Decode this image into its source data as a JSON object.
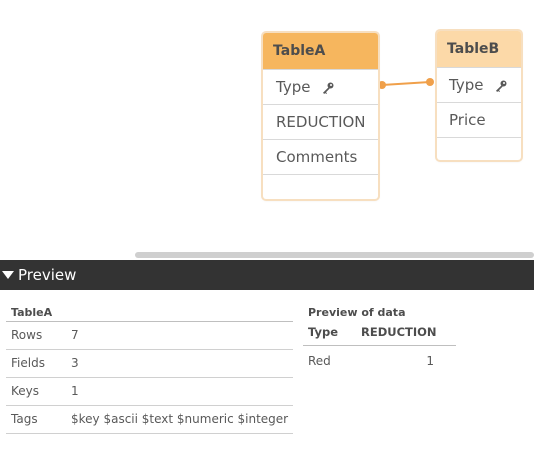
{
  "tables": [
    {
      "name": "TableA",
      "fields": [
        {
          "label": "Type",
          "icon": "key-icon"
        },
        {
          "label": "REDUCTION"
        },
        {
          "label": "Comments"
        },
        {
          "label": ""
        }
      ],
      "header_color": "#f6b65e"
    },
    {
      "name": "TableB",
      "fields": [
        {
          "label": "Type",
          "icon": "key-icon"
        },
        {
          "label": "Price"
        },
        {
          "label": ""
        }
      ],
      "header_color": "#fcd9a8"
    }
  ],
  "link_color": "#f0a04a",
  "preview": {
    "label": "Preview",
    "bar_color": "#333333"
  },
  "table_info": {
    "title": "TableA",
    "rows": [
      {
        "key": "Rows",
        "value": "7"
      },
      {
        "key": "Fields",
        "value": "3"
      },
      {
        "key": "Keys",
        "value": "1"
      },
      {
        "key": "Tags",
        "value": "$key $ascii $text $numeric $integer"
      }
    ]
  },
  "preview_of_data": {
    "title": "Preview of data",
    "columns": [
      "Type",
      "REDUCTION"
    ],
    "rows": [
      [
        "Red",
        "1"
      ]
    ]
  }
}
